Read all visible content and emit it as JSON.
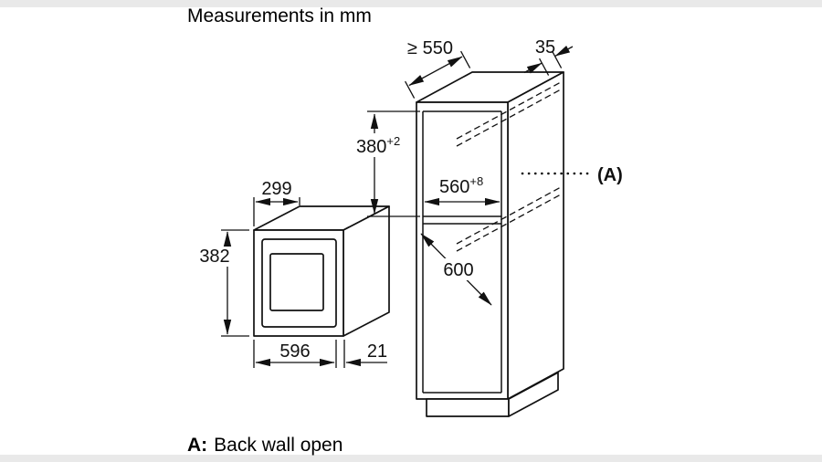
{
  "page": {
    "title": "Measurements in mm",
    "footnote_label": "A:",
    "footnote_text": "Back wall open"
  },
  "microwave": {
    "dim_depth": "299",
    "dim_height": "382",
    "dim_width": "596",
    "dim_door": "21"
  },
  "cabinet": {
    "dim_min_depth": "≥ 550",
    "dim_back_gap": "35",
    "dim_niche_height": {
      "value": "380",
      "sup": "+2"
    },
    "dim_niche_width": {
      "value": "560",
      "sup": "+8"
    },
    "dim_compartment_height": "600",
    "label_back_wall": "(A)"
  },
  "colors": {
    "line": "#111111",
    "background": "#ffffff",
    "letterbox": "#e9e9e9"
  }
}
